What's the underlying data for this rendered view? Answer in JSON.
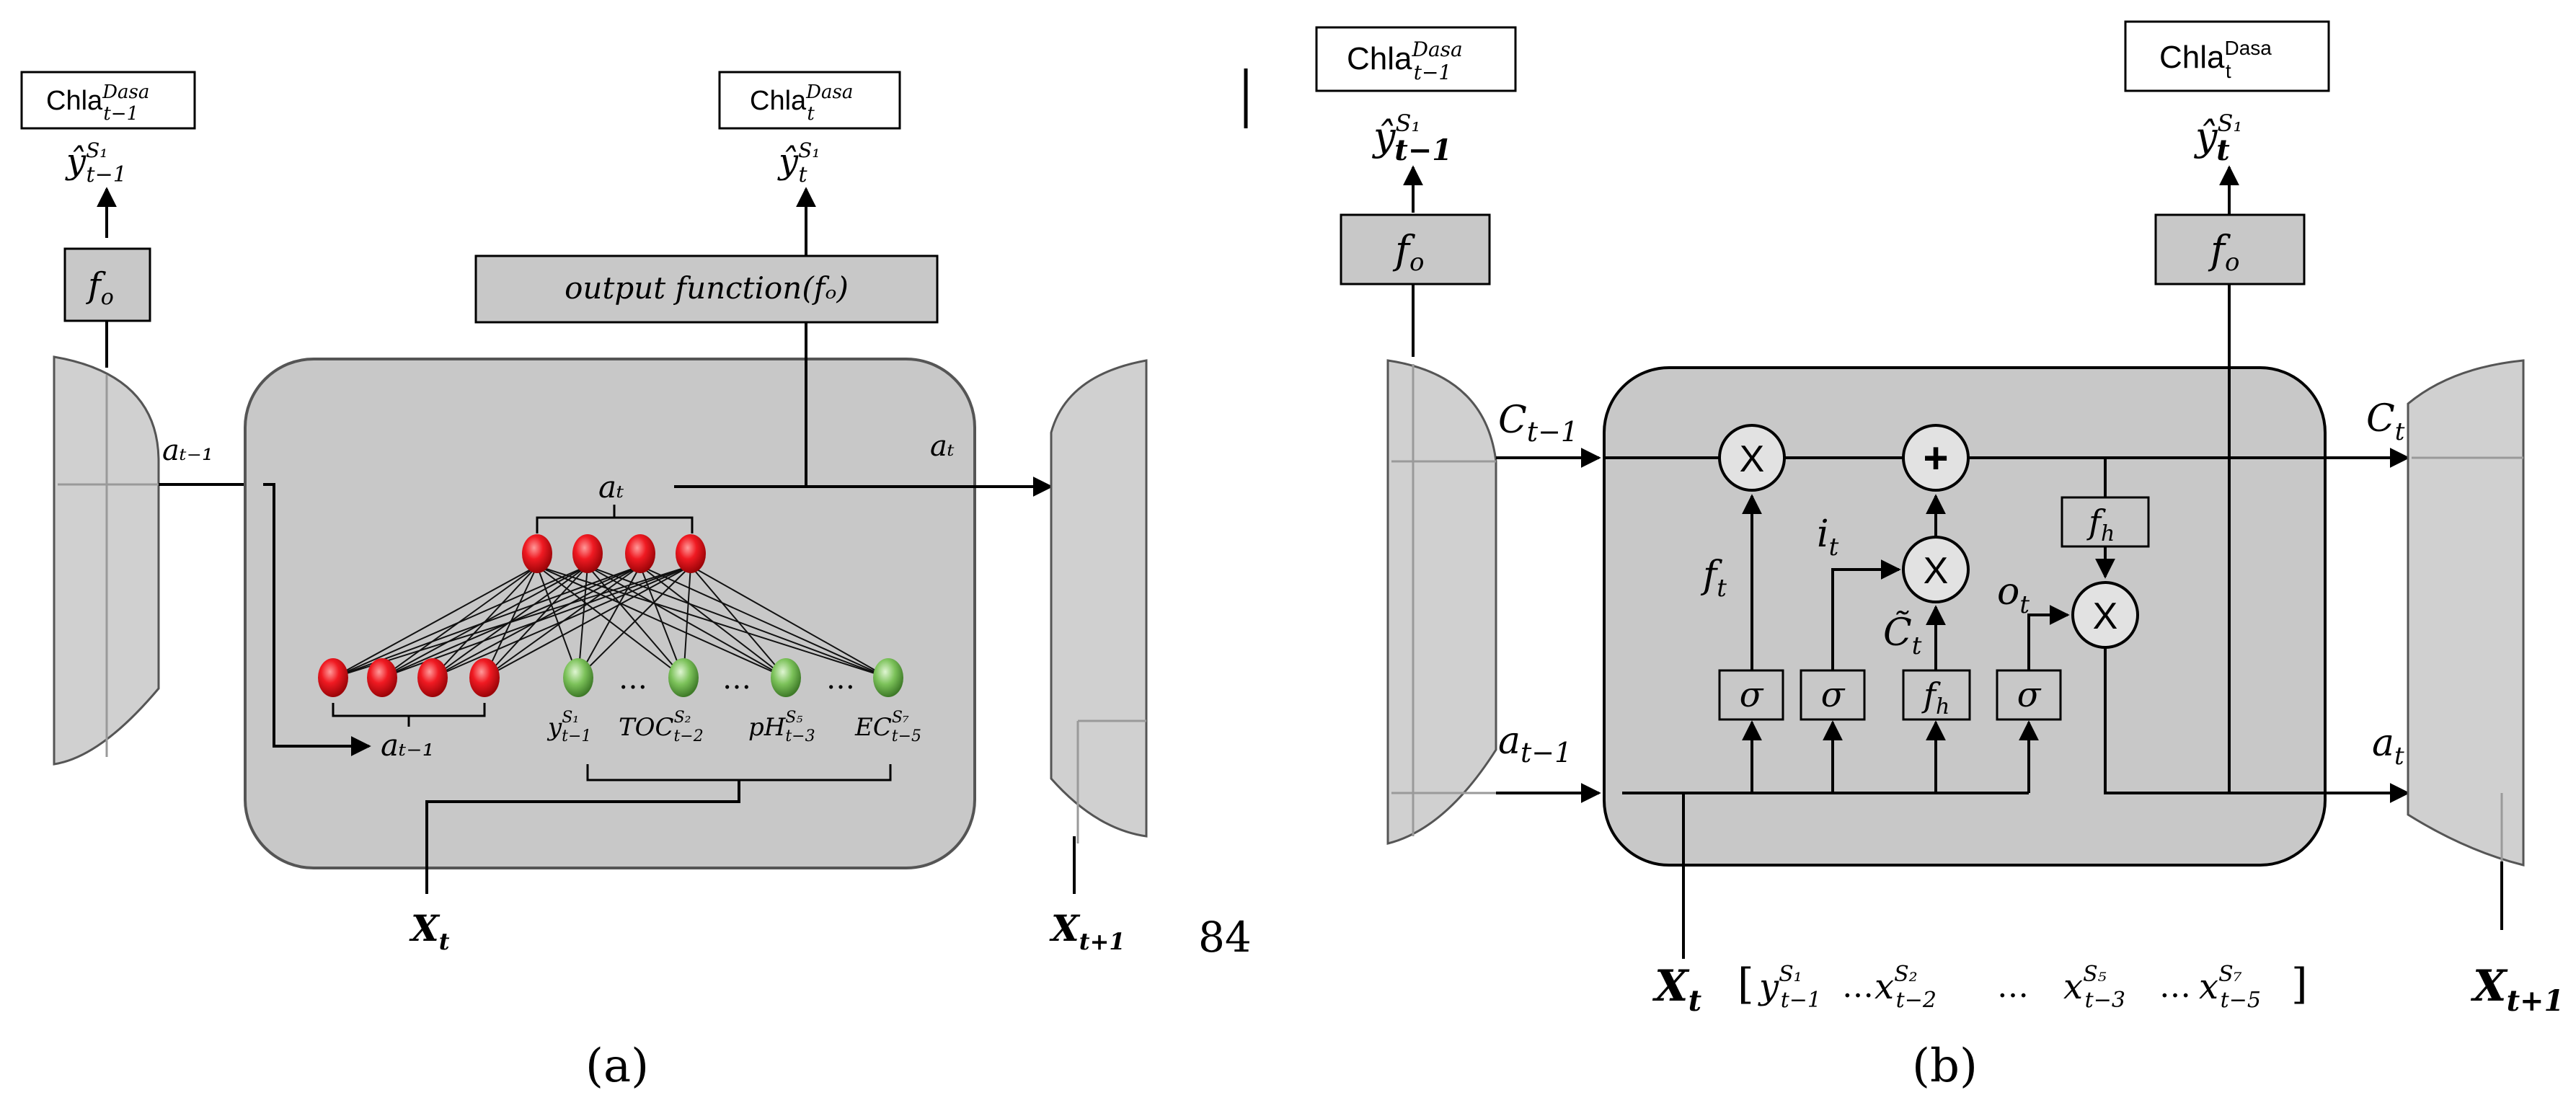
{
  "panel_a": {
    "caption": "(a)",
    "top_left_box": {
      "base": "Chla",
      "sub": "t−1",
      "sup": "Dasa"
    },
    "top_right_box": {
      "base": "Chla",
      "sub": "t",
      "sup": "Dasa"
    },
    "yhat_prev": {
      "base": "ŷ",
      "sup": "S₁",
      "sub": "t−1"
    },
    "yhat_curr": {
      "base": "ŷ",
      "sup": "S₁",
      "sub": "t"
    },
    "fo_box": {
      "base": "f",
      "sub": "o"
    },
    "output_function_label": "output function(fₒ)",
    "a_prev_in": "aₜ₋₁",
    "a_t_out": "aₜ",
    "a_t_top": "aₜ",
    "a_prev_bottom": "aₜ₋₁",
    "inputs": [
      {
        "base": "y",
        "sup": "S₁",
        "sub": "t−1"
      },
      {
        "base": "TOC",
        "sup": "S₂",
        "sub": "t−2"
      },
      {
        "base": "pH",
        "sup": "S₅",
        "sub": "t−3"
      },
      {
        "base": "EC",
        "sup": "S₇",
        "sub": "t−5"
      }
    ],
    "ellipsis": "…",
    "x_t": {
      "base": "X",
      "sub": "t"
    },
    "x_t1": {
      "base": "X",
      "sub": "t+1"
    },
    "stray_number": "84",
    "colors": {
      "hidden_node": "#e8141c",
      "input_node": "#6db84a",
      "cell_fill": "#c8c8c8",
      "side_fill": "#d0d0d0"
    }
  },
  "panel_b": {
    "caption": "(b)",
    "top_left_box": {
      "base": "Chla",
      "sub": "t−1",
      "sup": "Dasa"
    },
    "top_right_box": {
      "base": "Chla",
      "sub": "t",
      "sup": "Dasa"
    },
    "yhat_prev": {
      "base": "ŷ",
      "sup": "S₁",
      "sub": "t−1"
    },
    "yhat_curr": {
      "base": "ŷ",
      "sup": "S₁",
      "sub": "t"
    },
    "fo_box": {
      "base": "f",
      "sub": "o"
    },
    "c_prev": {
      "base": "C",
      "sub": "t−1"
    },
    "c_t": {
      "base": "C",
      "sub": "t"
    },
    "a_prev": {
      "base": "a",
      "sub": "t−1"
    },
    "a_t": {
      "base": "a",
      "sub": "t"
    },
    "gate_labels": {
      "f_t": {
        "base": "f",
        "sub": "t"
      },
      "i_t": {
        "base": "i",
        "sub": "t"
      },
      "o_t": {
        "base": "o",
        "sub": "t"
      },
      "c_tilde": {
        "base": "C̃",
        "sub": "t"
      }
    },
    "ops": {
      "multiply": "X",
      "add": "+"
    },
    "sigma": "σ",
    "fh_box": {
      "base": "f",
      "sub": "h"
    },
    "x_t": {
      "base": "X",
      "sub": "t"
    },
    "x_t1": {
      "base": "X",
      "sub": "t+1"
    },
    "input_vector": [
      {
        "base": "y",
        "sup": "S₁",
        "sub": "t−1"
      },
      {
        "base": "x",
        "sup": "S₂",
        "sub": "t−2"
      },
      {
        "base": "x",
        "sup": "S₅",
        "sub": "t−3"
      },
      {
        "base": "x",
        "sup": "S₇",
        "sub": "t−5"
      }
    ],
    "bracket_open": "[",
    "bracket_close": "]",
    "ellipsis": "…"
  }
}
